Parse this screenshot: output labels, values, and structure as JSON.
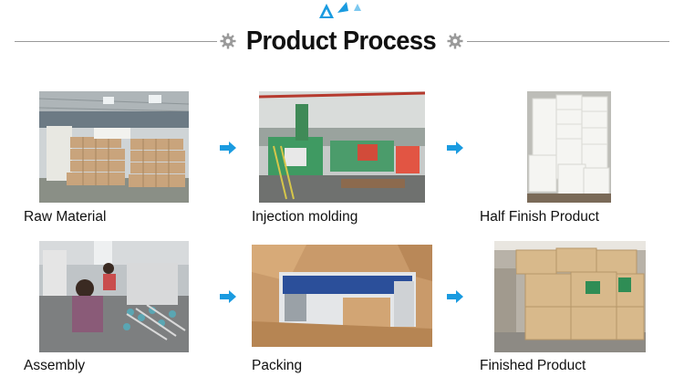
{
  "header": {
    "title": "Product Process",
    "decoration_icon": "triangles-icon",
    "gear_icon": "gear-icon",
    "accent_color": "#1a9be0"
  },
  "steps": [
    {
      "label": "Raw Material",
      "image": "warehouse-sacks-photo"
    },
    {
      "label": "Injection molding",
      "image": "injection-molding-machine-photo"
    },
    {
      "label": "Half Finish Product",
      "image": "stacked-white-foam-photo"
    },
    {
      "label": "Assembly",
      "image": "assembly-worker-photo"
    },
    {
      "label": "Packing",
      "image": "open-carton-box-photo"
    },
    {
      "label": "Finished Product",
      "image": "stacked-cartons-photo"
    }
  ],
  "arrow_color": "#1a9be0"
}
